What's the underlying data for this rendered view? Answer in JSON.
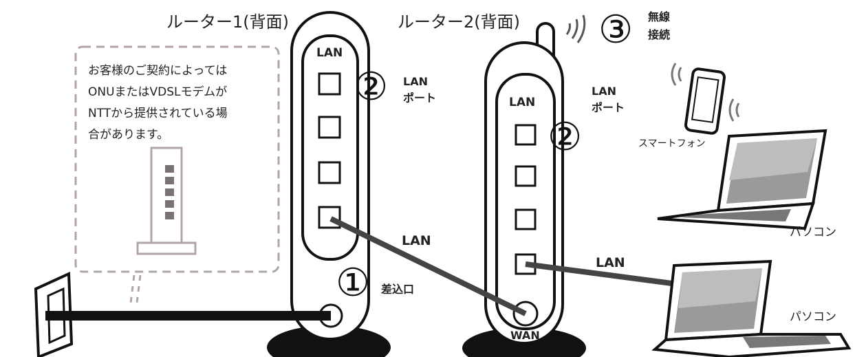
{
  "routers": {
    "router1": {
      "title": "ルーター1(背面)",
      "lan_label": "LAN"
    },
    "router2": {
      "title": "ルーター2(背面)",
      "lan_label": "LAN",
      "wan_label": "WAN"
    }
  },
  "callouts": {
    "step1": {
      "number": "①",
      "label": "差込口"
    },
    "step2a": {
      "number": "②",
      "label_line1": "LAN",
      "label_line2": "ポート"
    },
    "step2b": {
      "number": "②",
      "label_line1": "LAN",
      "label_line2": "ポート"
    },
    "step3": {
      "number": "③",
      "label_line1": "無線",
      "label_line2": "接続"
    }
  },
  "cables": {
    "lan1": "LAN",
    "lan2": "LAN"
  },
  "note": {
    "lines": [
      "お客様のご契約によっては",
      "ONUまたはVDSLモデムが",
      "NTTから提供されている場",
      "合があります。"
    ]
  },
  "devices": {
    "smartphone": "スマートフォン",
    "pc1": "パソコン",
    "pc2": "パソコン"
  },
  "colors": {
    "line": "#111111",
    "cable": "#444444",
    "dash": "#b0a4a4",
    "screen": "#9a9a9a"
  }
}
